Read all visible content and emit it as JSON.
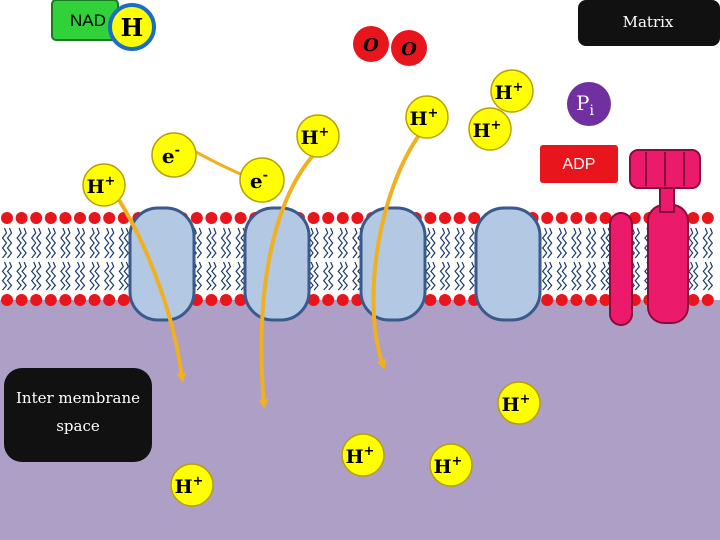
{
  "labels": {
    "nad": "NAD",
    "h_atom": "H",
    "matrix": "Matrix",
    "oxygen": "O",
    "pi_base": "P",
    "pi_sub": "i",
    "adp": "ADP",
    "electron_base": "e",
    "electron_sup": "-",
    "proton_base": "H",
    "proton_sup": "+",
    "intermembrane_line1": "Inter membrane",
    "intermembrane_line2": "space"
  },
  "colors": {
    "matrix_bg": "#ffffff",
    "intermembrane_bg": "#ad9fc6",
    "phospholipid_head": "#e8151c",
    "lipid_tail": "#1a3a6e",
    "protein_fill": "#b2c8e3",
    "protein_stroke": "#3a5a8c",
    "atp_synthase": "#ec1a6b",
    "proton_fill": "#ffff00",
    "arrow": "#f0b020",
    "nad_box": "#31d13a",
    "label_box": "#111111",
    "pi_fill": "#7030a0",
    "adp_fill": "#e8151c"
  }
}
